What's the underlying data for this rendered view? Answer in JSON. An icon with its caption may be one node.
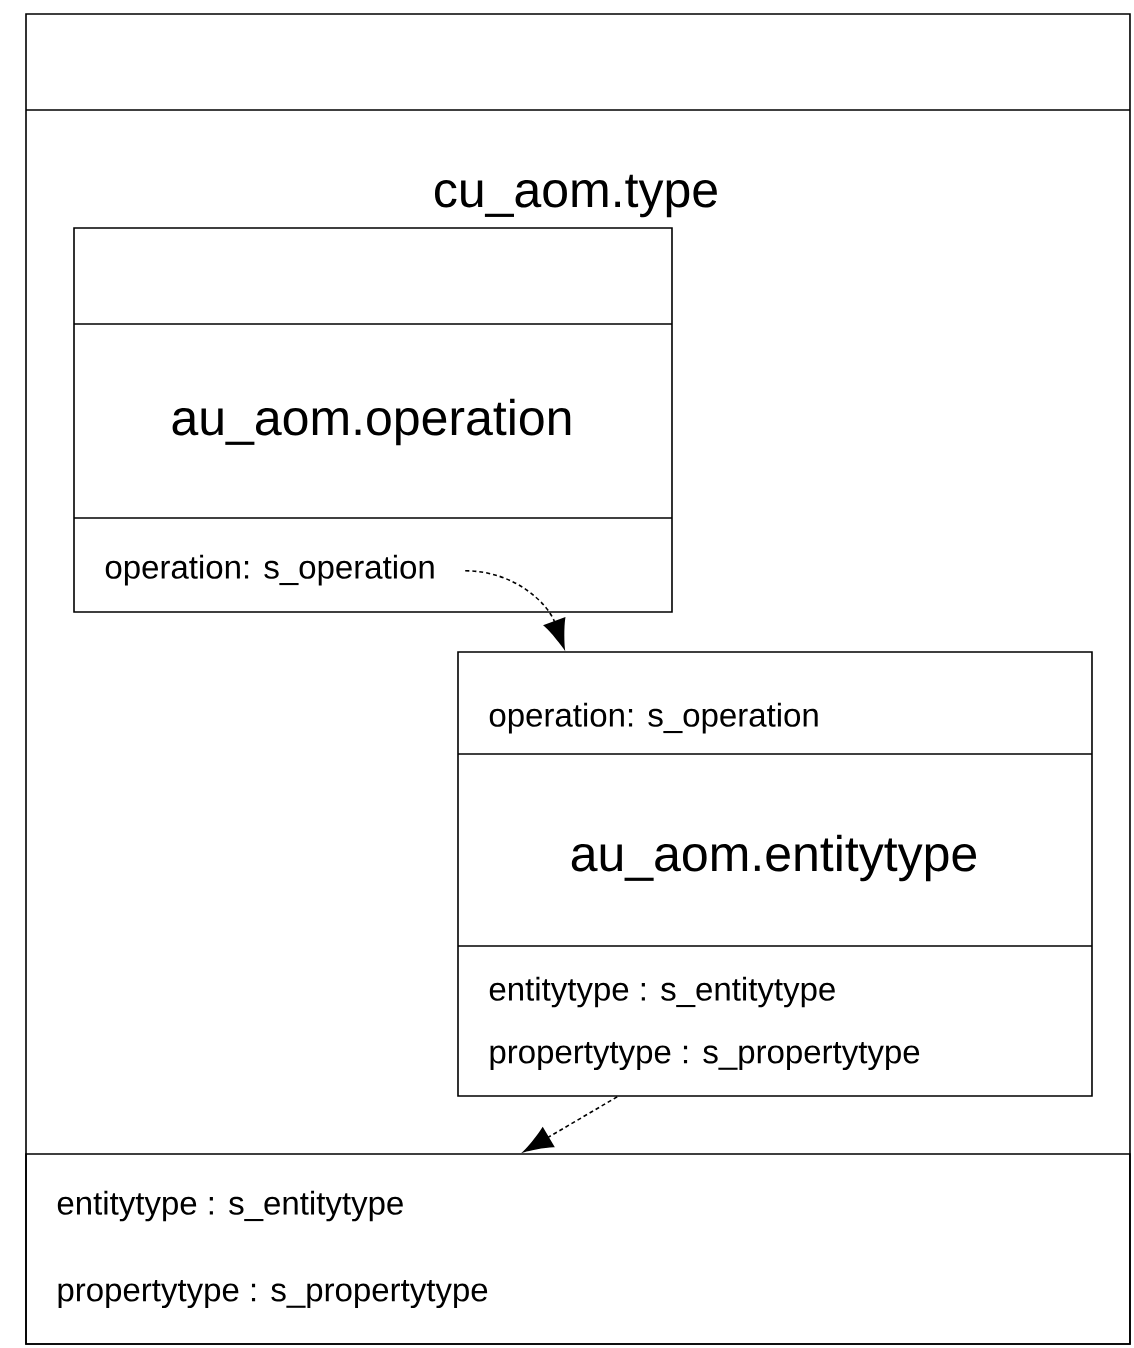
{
  "diagram": {
    "nodes": [
      {
        "text": [
          "cu_aom.type"
        ]
      },
      {
        "text": [
          "au_aom.operation",
          "operation: s_operation"
        ],
        "in": 0
      },
      {
        "text": [
          "operation: s_operation",
          "au_aom.entitytype",
          "entitytype : s_entitytype",
          "propertytype : s_propertytype"
        ],
        "in": 0
      },
      {
        "text": [
          "entitytype : s_entitytype",
          "propertytype : s_propertytype"
        ],
        "in": 0
      }
    ],
    "edges": [
      {
        "from": 1,
        "to": 2,
        "arrow": "to",
        "style": "dashed"
      },
      {
        "from": 2,
        "to": 3,
        "arrow": "to",
        "style": "dashed"
      }
    ]
  }
}
